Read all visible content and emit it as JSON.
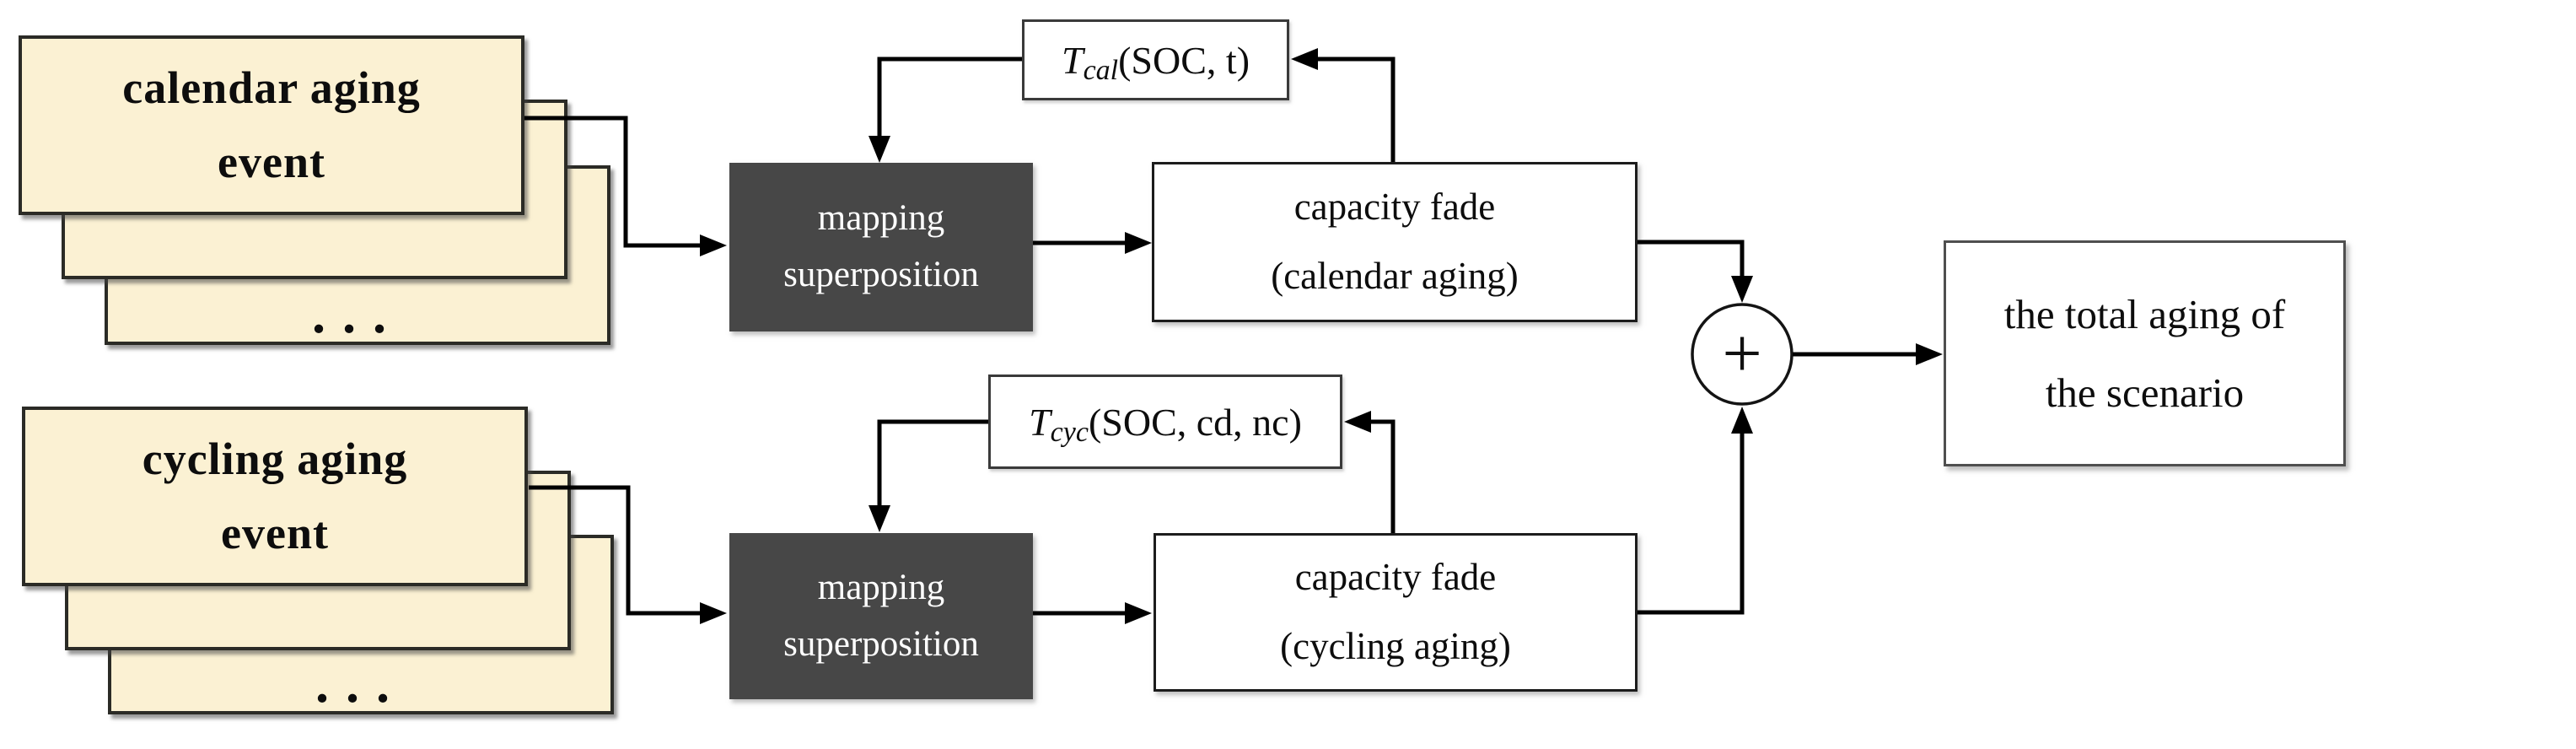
{
  "diagram": {
    "title_hint": "battery aging superposition flow",
    "colors": {
      "background": "#FFFFFF",
      "event_card_fill": "#FBF1D3",
      "event_card_border": "#2B2B26",
      "process_box_fill": "#474747",
      "process_box_text": "#FFFFFF",
      "io_box_fill": "#FFFFFF",
      "line_color": "#000000"
    },
    "calendar_stack": {
      "line1": "calendar aging",
      "line2": "event",
      "more_indicator": "..."
    },
    "cycling_stack": {
      "line1": "cycling aging",
      "line2": "event",
      "more_indicator": "..."
    },
    "mapping_calendar": {
      "line1": "mapping",
      "line2": "superposition"
    },
    "mapping_cycling": {
      "line1": "mapping",
      "line2": "superposition"
    },
    "temp_calendar": {
      "symbol": "T",
      "subscript": "cal",
      "arguments": "(SOC, t)"
    },
    "temp_cycling": {
      "symbol": "T",
      "subscript": "cyc",
      "arguments": "(SOC, cd, nc)"
    },
    "fade_calendar": {
      "line1": "capacity fade",
      "line2": "(calendar aging)"
    },
    "fade_cycling": {
      "line1": "capacity fade",
      "line2": "(cycling aging)"
    },
    "sum_node": {
      "symbol": "+"
    },
    "total_box": {
      "line1": "the total aging of",
      "line2": "the scenario"
    }
  }
}
